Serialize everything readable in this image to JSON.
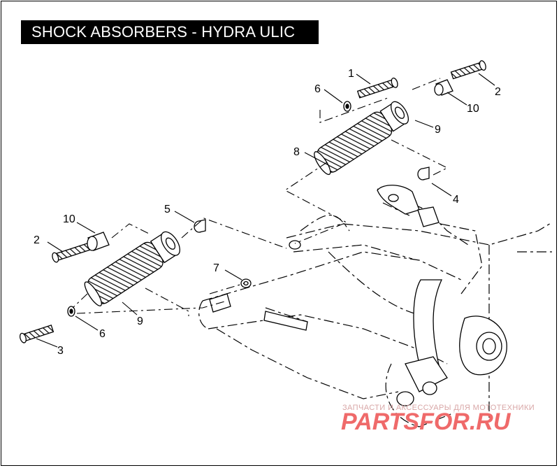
{
  "title": "SHOCK ABSORBERS - HYDRA ULIC",
  "callouts": [
    {
      "id": "c1-right",
      "text": "1"
    },
    {
      "id": "c2-right",
      "text": "2"
    },
    {
      "id": "c6-right",
      "text": "6"
    },
    {
      "id": "c10-right",
      "text": "10"
    },
    {
      "id": "c9-right",
      "text": "9"
    },
    {
      "id": "c8",
      "text": "8"
    },
    {
      "id": "c4",
      "text": "4"
    },
    {
      "id": "c5",
      "text": "5"
    },
    {
      "id": "c10-left",
      "text": "10"
    },
    {
      "id": "c2-left",
      "text": "2"
    },
    {
      "id": "c7",
      "text": "7"
    },
    {
      "id": "c9-left",
      "text": "9"
    },
    {
      "id": "c6-left",
      "text": "6"
    },
    {
      "id": "c3",
      "text": "3"
    }
  ],
  "watermark": {
    "tagline": "ЗАПЧАСТИ И АКСЕССУАРЫ ДЛЯ МОТОТЕХНИКИ",
    "brand": "PARTSFOR.RU",
    "color": "#ef6a6a"
  }
}
